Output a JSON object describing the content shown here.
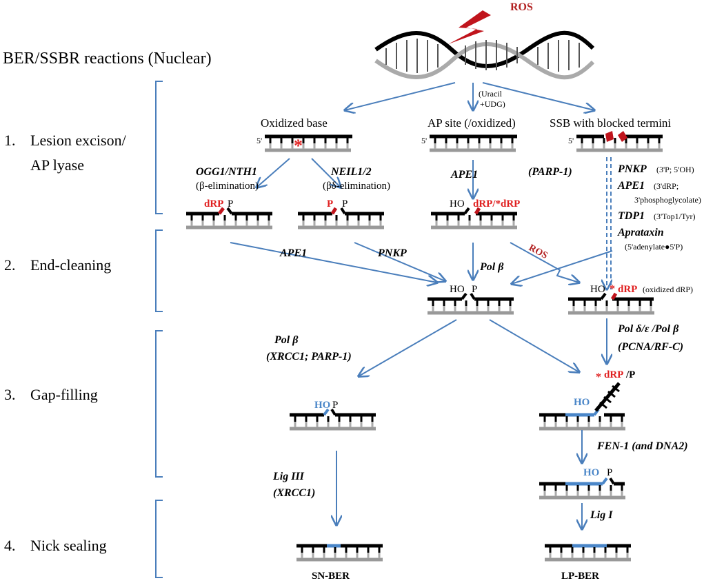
{
  "title": "BER/SSBR reactions (Nuclear)",
  "ros_label": "ROS",
  "stages": [
    {
      "number": "1.",
      "label_line1": "Lesion excison/",
      "label_line2": "AP lyase"
    },
    {
      "number": "2.",
      "label_line1": "End-cleaning",
      "label_line2": ""
    },
    {
      "number": "3.",
      "label_line1": "Gap-filling",
      "label_line2": ""
    },
    {
      "number": "4.",
      "label_line1": "Nick sealing",
      "label_line2": ""
    }
  ],
  "headers": {
    "oxidized_base": "Oxidized base",
    "ap_site": "AP site (/oxidized)",
    "ssb": "SSB with blocked termini",
    "uracil_line1": "(Uracil",
    "uracil_line2": "+UDG)"
  },
  "strand_labels": {
    "five_prime": "5'",
    "star": "*"
  },
  "enzymes": {
    "ogg1": "OGG1/NTH1",
    "ogg1_note": "(β-elimination)",
    "neil": "NEIL1/2",
    "neil_note": "(βδ-elimination)",
    "ape1_ap": "APE1",
    "parp1": "(PARP-1)",
    "pnkp": "PNKP",
    "pnkp_note": "(3'P; 5'OH)",
    "ape1_ssb": "APE1",
    "ape1_ssb_note1": "(3'dRP;",
    "ape1_ssb_note2": "3'phosphoglycolate)",
    "tdp1": "TDP1",
    "tdp1_note": "(3'Top1/Tyr)",
    "aprataxin": "Aprataxin",
    "aprataxin_note": "(5'adenylate●5'P)",
    "ape1_end": "APE1",
    "pnkp_end": "PNKP",
    "polb_end": "Pol β",
    "polb_gap": "Pol β",
    "polb_gap_note": "(XRCC1; PARP-1)",
    "pold": "Pol δ/ε /Pol β",
    "pold_note": "(PCNA/RF-C)",
    "fen1": "FEN-1 (and DNA2)",
    "lig3": "Lig III",
    "lig3_note": "(XRCC1)",
    "lig1": "Lig I"
  },
  "ends": {
    "dRP": "dRP",
    "P": "P",
    "HO": "HO",
    "dRP_ox": "dRP/*dRP",
    "ox_dRP_star": "*",
    "ox_dRP": "dRP",
    "ox_dRP_note": "(oxidized dRP)",
    "star_dRP": "*",
    "dRP_slash": "dRP",
    "slash_P": "/P"
  },
  "outcomes": {
    "sn": "SN-BER",
    "lp": "LP-BER"
  }
}
